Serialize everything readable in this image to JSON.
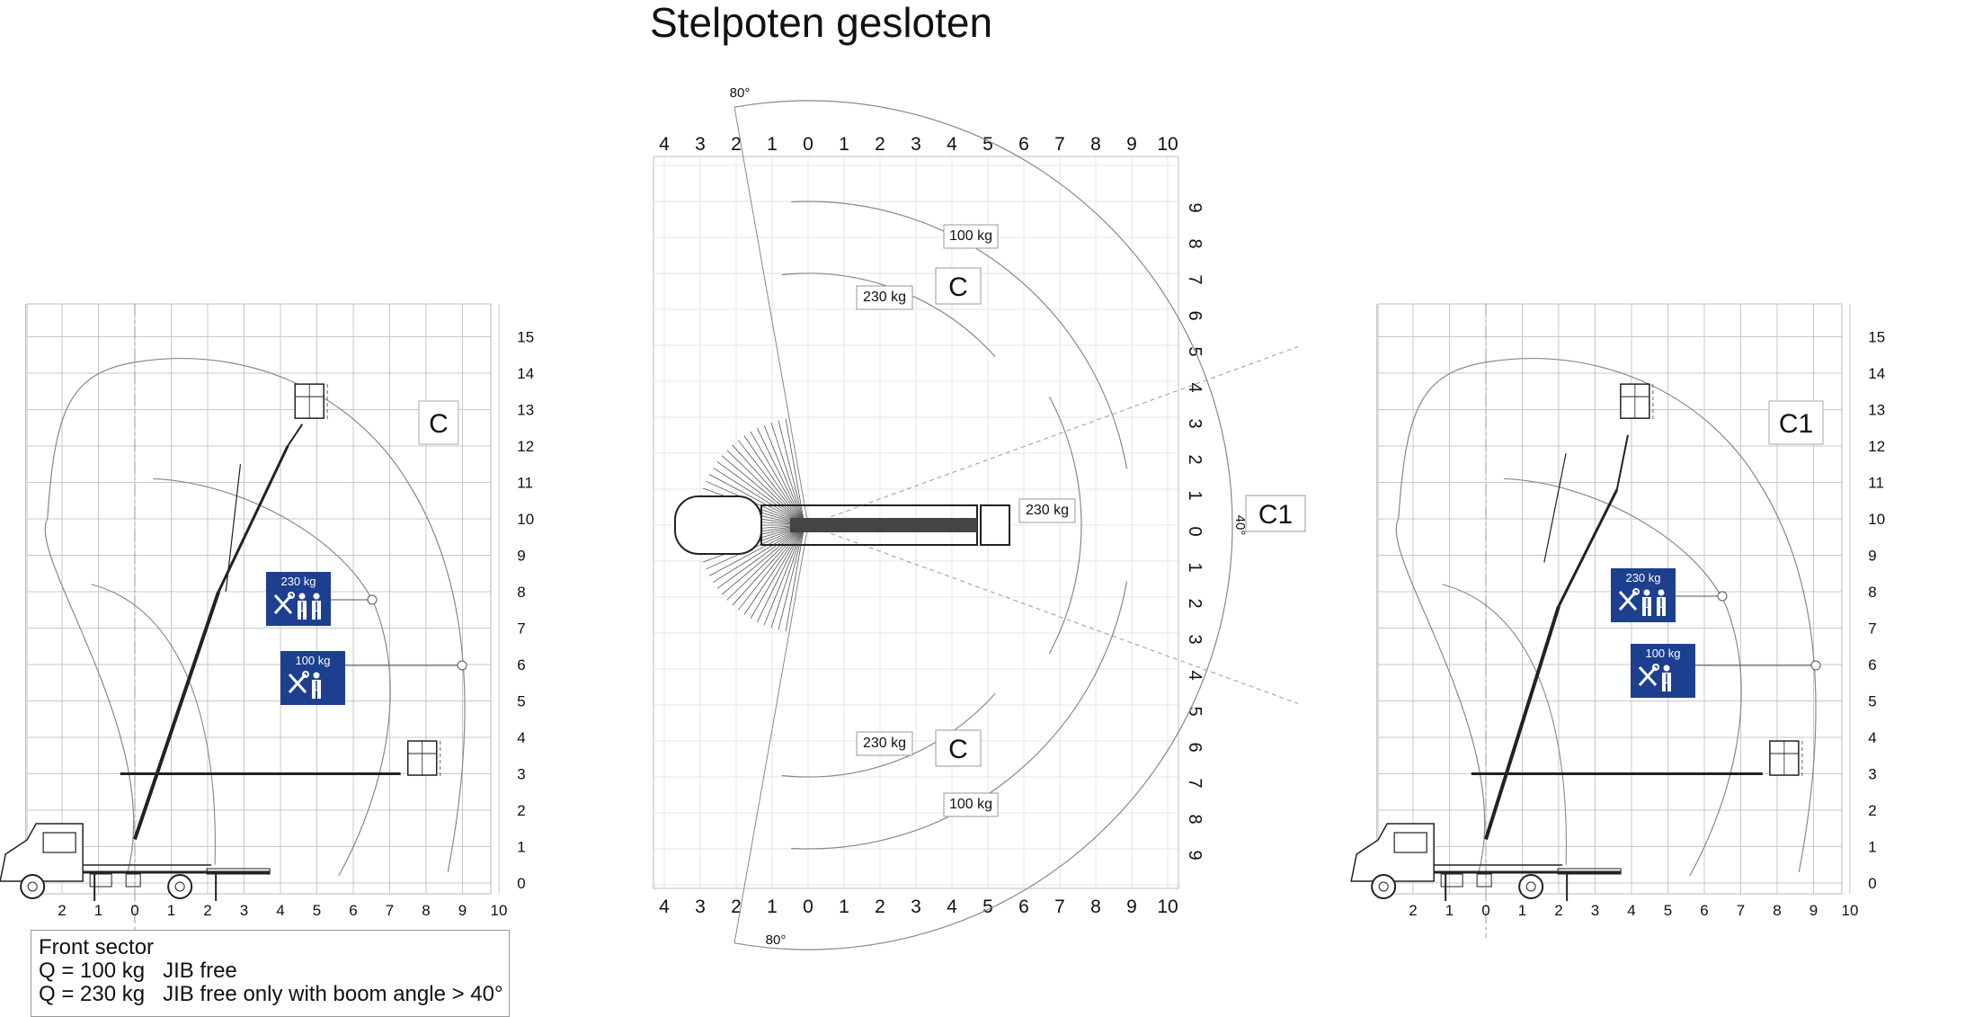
{
  "title": "Stelpoten gesloten",
  "left_diagram": {
    "zone_label": "C",
    "y_ticks": [
      "15",
      "14",
      "13",
      "12",
      "11",
      "10",
      "9",
      "8",
      "7",
      "6",
      "5",
      "4",
      "3",
      "2",
      "1",
      "0"
    ],
    "x_ticks": [
      "2",
      "1",
      "0",
      "1",
      "2",
      "3",
      "4",
      "5",
      "6",
      "7",
      "8",
      "9",
      "10"
    ],
    "load_badges": [
      {
        "label": "230 kg",
        "icon": "tools-and-two-workers-icon"
      },
      {
        "label": "100 kg",
        "icon": "tools-and-one-worker-icon"
      }
    ]
  },
  "right_diagram": {
    "zone_label": "C1",
    "y_ticks": [
      "15",
      "14",
      "13",
      "12",
      "11",
      "10",
      "9",
      "8",
      "7",
      "6",
      "5",
      "4",
      "3",
      "2",
      "1",
      "0"
    ],
    "x_ticks": [
      "2",
      "1",
      "0",
      "1",
      "2",
      "3",
      "4",
      "5",
      "6",
      "7",
      "8",
      "9",
      "10"
    ],
    "load_badges": [
      {
        "label": "230 kg",
        "icon": "tools-and-two-workers-icon"
      },
      {
        "label": "100 kg",
        "icon": "tools-and-one-worker-icon"
      }
    ]
  },
  "top_view": {
    "x_ticks": [
      "4",
      "3",
      "2",
      "1",
      "0",
      "1",
      "2",
      "3",
      "4",
      "5",
      "6",
      "7",
      "8",
      "9",
      "10"
    ],
    "y_ticks": [
      "9",
      "8",
      "7",
      "6",
      "5",
      "4",
      "3",
      "2",
      "1",
      "0",
      "1",
      "2",
      "3",
      "4",
      "5",
      "6",
      "7",
      "8",
      "9"
    ],
    "angle_top": "80°",
    "angle_bottom": "80°",
    "angle_side": "40°",
    "zone_labels": [
      "C",
      "C",
      "C1"
    ],
    "load_labels": [
      "100 kg",
      "230 kg",
      "230 kg",
      "230 kg",
      "100 kg"
    ]
  },
  "notes": {
    "heading": "Front sector",
    "line1": "Q = 100 kg   JIB free",
    "line2": "Q = 230 kg   JIB free only with boom angle > 40°"
  },
  "colors": {
    "badge": "#1d3f8f",
    "grid": "#c8c8c8",
    "line": "#333333"
  }
}
